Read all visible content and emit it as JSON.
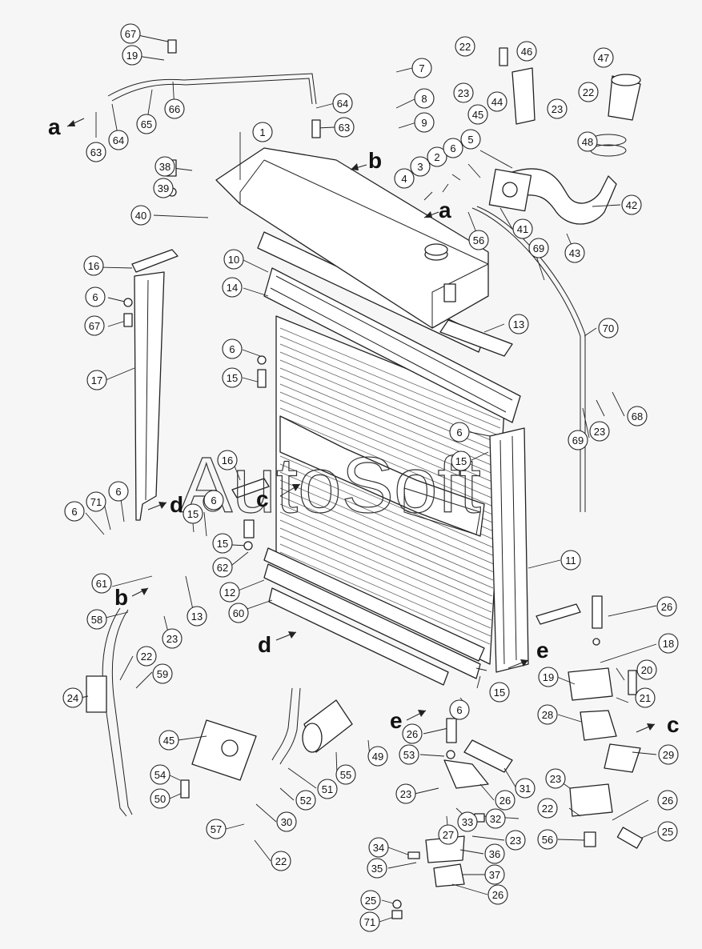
{
  "watermark": "AutoSoft",
  "arrow_letters": [
    "a",
    "a",
    "b",
    "b",
    "c",
    "c",
    "d",
    "d",
    "e",
    "e"
  ],
  "callouts": [
    "67",
    "19",
    "63",
    "64",
    "65",
    "66",
    "64",
    "63",
    "7",
    "8",
    "9",
    "22",
    "46",
    "47",
    "23",
    "23",
    "22",
    "44",
    "45",
    "48",
    "1",
    "38",
    "39",
    "40",
    "4",
    "3",
    "2",
    "6",
    "5",
    "42",
    "41",
    "56",
    "43",
    "16",
    "6",
    "67",
    "10",
    "14",
    "69",
    "13",
    "70",
    "6",
    "15",
    "17",
    "68",
    "23",
    "69",
    "6",
    "15",
    "16",
    "15",
    "6",
    "71",
    "6",
    "15",
    "15",
    "6",
    "62",
    "61",
    "13",
    "12",
    "11",
    "60",
    "58",
    "23",
    "22",
    "59",
    "24",
    "26",
    "18",
    "20",
    "19",
    "21",
    "28",
    "29",
    "26",
    "53",
    "49",
    "45",
    "54",
    "50",
    "51",
    "52",
    "55",
    "30",
    "31",
    "26",
    "23",
    "33",
    "32",
    "27",
    "23",
    "26",
    "22",
    "25",
    "56",
    "57",
    "22",
    "34",
    "23",
    "35",
    "36",
    "37",
    "26",
    "25",
    "71",
    "15",
    "6"
  ]
}
